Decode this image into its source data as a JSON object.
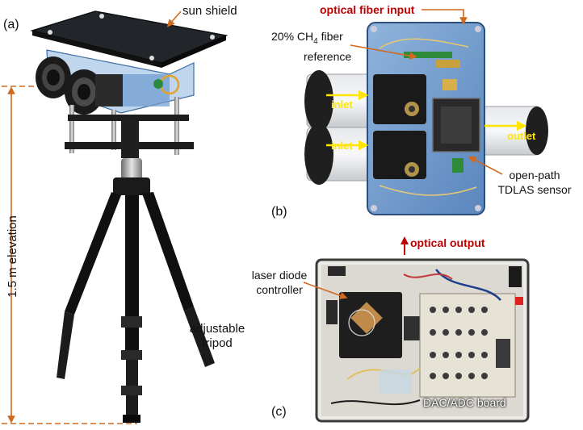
{
  "panel_a": {
    "label": "(a)",
    "sun_shield": "sun shield",
    "elevation": "1.5 m elevation",
    "tripod_line1": "adjustable",
    "tripod_line2": "tripod"
  },
  "panel_b": {
    "label": "(b)",
    "optical_fiber_input": "optical fiber input",
    "ref_line1_pre": "20% CH",
    "ref_line1_sub": "4",
    "ref_line1_post": " fiber",
    "ref_line2": "reference",
    "inlet_top": "inlet",
    "inlet_bottom": "inlet",
    "outlet": "outlet",
    "sensor_line1": "open-path",
    "sensor_line2": "TDLAS sensor"
  },
  "panel_c": {
    "label": "(c)",
    "optical_output": "optical output",
    "ldc_line1": "laser diode",
    "ldc_line2": "controller",
    "board": "DAC/ADC board"
  },
  "colors": {
    "annotation_red": "#c00000",
    "flow_yellow": "#ffe500",
    "dashed_orange": "#d2691e"
  }
}
